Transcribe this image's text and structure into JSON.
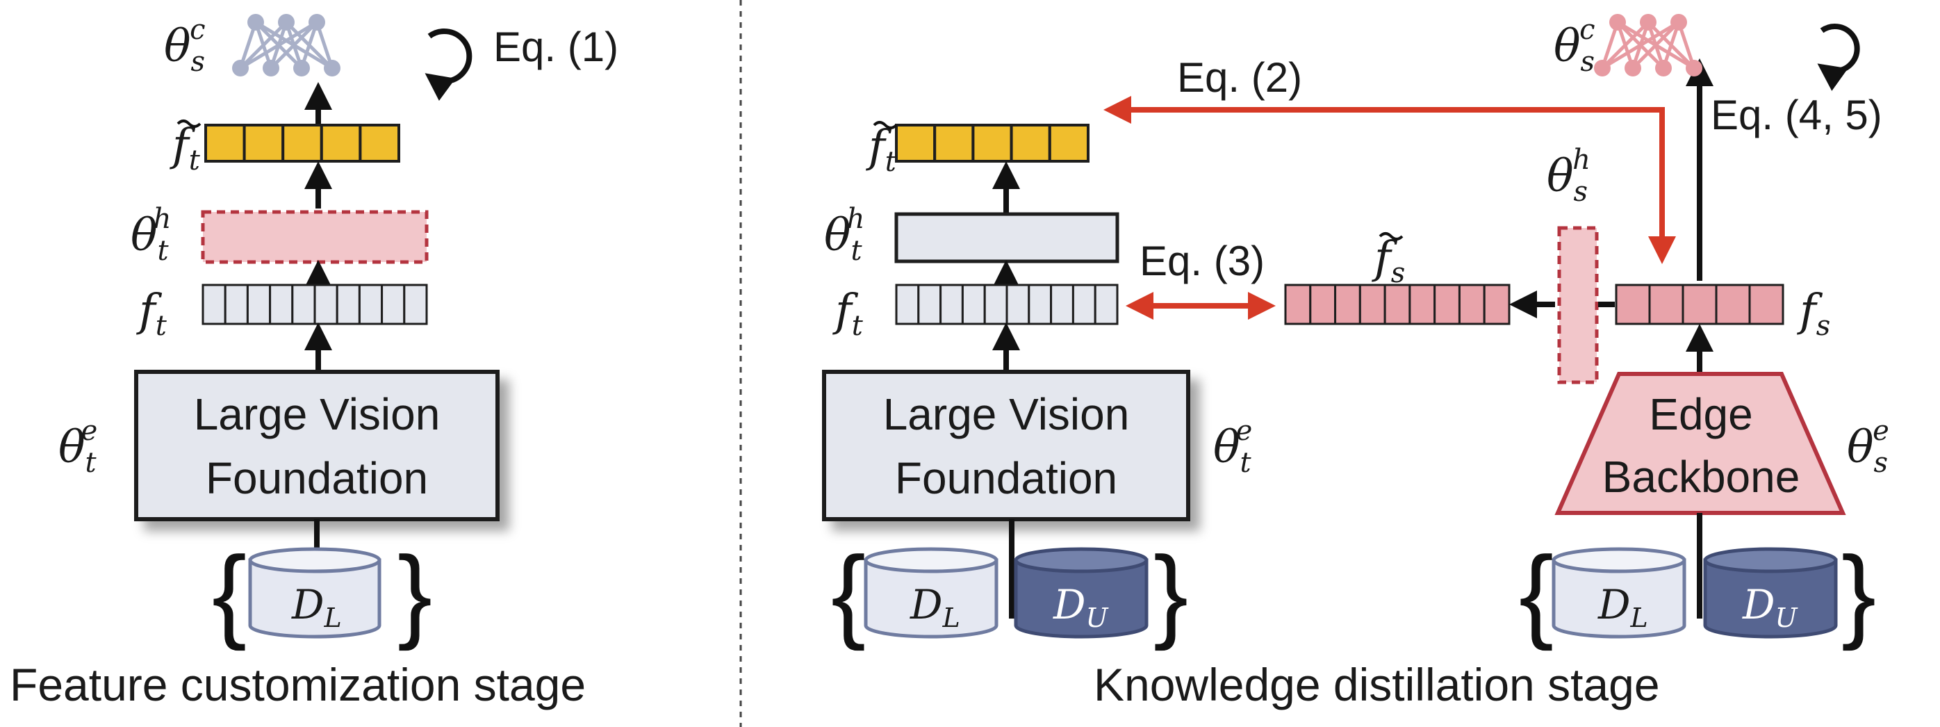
{
  "left_panel": {
    "caption": "Feature customization stage",
    "foundation_label": [
      "Large Vision",
      "Foundation"
    ],
    "eq_label": "Eq. (1)",
    "symbols": {
      "classifier": [
        "θ",
        "s",
        "c"
      ],
      "feature_tilde": [
        "f",
        "t"
      ],
      "head": [
        "θ",
        "t",
        "h"
      ],
      "feature": [
        "f",
        "t"
      ],
      "encoder": [
        "θ",
        "t",
        "e"
      ]
    },
    "dataset": [
      "D",
      "L"
    ]
  },
  "right_panel": {
    "caption": "Knowledge distillation stage",
    "foundation_label": [
      "Large Vision",
      "Foundation"
    ],
    "edge_label": [
      "Edge",
      "Backbone"
    ],
    "eq_labels": {
      "eq2": "Eq. (2)",
      "eq3": "Eq. (3)",
      "eq45": "Eq. (4, 5)"
    },
    "symbols": {
      "classifier": [
        "θ",
        "s",
        "c"
      ],
      "teacher_feature_tilde": [
        "f",
        "t"
      ],
      "teacher_head": [
        "θ",
        "t",
        "h"
      ],
      "teacher_feature": [
        "f",
        "t"
      ],
      "teacher_encoder": [
        "θ",
        "t",
        "e"
      ],
      "student_feature_tilde": [
        "f",
        "s"
      ],
      "student_head": [
        "θ",
        "s",
        "h"
      ],
      "student_feature": [
        "f",
        "s"
      ],
      "student_encoder": [
        "θ",
        "s",
        "e"
      ]
    },
    "datasets": {
      "labeled": [
        "D",
        "L"
      ],
      "unlabeled": [
        "D",
        "U"
      ]
    }
  },
  "colors": {
    "gray_fill": "#e4e7ee",
    "gray_stroke": "#1e1e1e",
    "gold": "#f0be2d",
    "pink": "#e8a3aa",
    "pink_light": "#f2c6ca",
    "pink_stroke": "#b4343f",
    "red_arrow": "#d63a26",
    "navy": "#576591",
    "db_light": "#e5e8f2",
    "db_stroke": "#6f7ba0",
    "net_gray": "#a9b0c8",
    "net_pink": "#e79aa1"
  }
}
